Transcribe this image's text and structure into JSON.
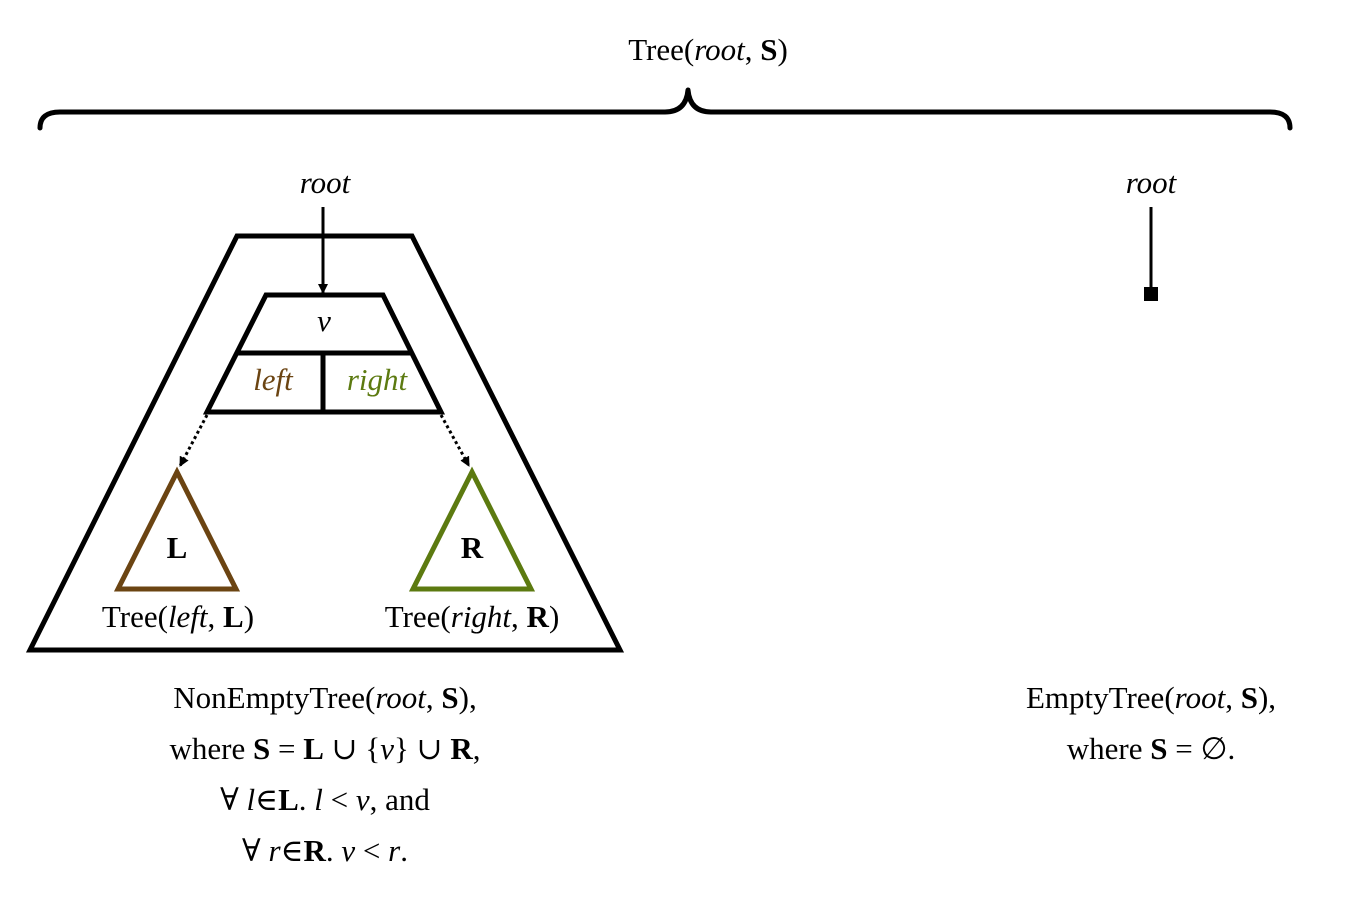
{
  "colors": {
    "ink": "#000000",
    "left": "#6b4412",
    "right": "#5c7a10"
  },
  "top": {
    "tree_word": "Tree(",
    "root_word": "root",
    "comma": ", ",
    "set_name": "S",
    "close": ")"
  },
  "nonempty": {
    "root_label": "root",
    "node_value": "v",
    "left_field": "left",
    "right_field": "right",
    "left_subtree": "L",
    "right_subtree": "R",
    "left_caption": {
      "tree": "Tree(",
      "arg": "left",
      "comma": ", ",
      "set": "L",
      "close": ")"
    },
    "right_caption": {
      "tree": "Tree(",
      "arg": "right",
      "comma": ", ",
      "set": "R",
      "close": ")"
    },
    "desc": {
      "l1": {
        "name": "NonEmptyTree(",
        "root": "root",
        "comma": ", ",
        "set": "S",
        "close": "),"
      },
      "l2": {
        "where": "where ",
        "S": "S",
        "eq": " = ",
        "L": "L",
        "u1": " ∪ ",
        "lb": "{",
        "v": "v",
        "rb": "}",
        "u2": " ∪ ",
        "R": "R",
        "end": ","
      },
      "l3": {
        "forall": "∀ ",
        "l": "l",
        "in": "∈",
        "L": "L",
        "dot": ".  ",
        "l2": "l",
        "lt": " < ",
        "v": "v",
        "and": ", and"
      },
      "l4": {
        "forall": "∀ ",
        "r": "r",
        "in": "∈",
        "R": "R",
        "dot": ".  ",
        "v": "v",
        "lt": " < ",
        "r2": "r",
        "end": "."
      }
    }
  },
  "empty": {
    "root_label": "root",
    "desc": {
      "l1": {
        "name": "EmptyTree(",
        "root": "root",
        "comma": ", ",
        "set": "S",
        "close": "),"
      },
      "l2": {
        "where": "where ",
        "S": "S",
        "eq": " = ∅."
      }
    }
  }
}
